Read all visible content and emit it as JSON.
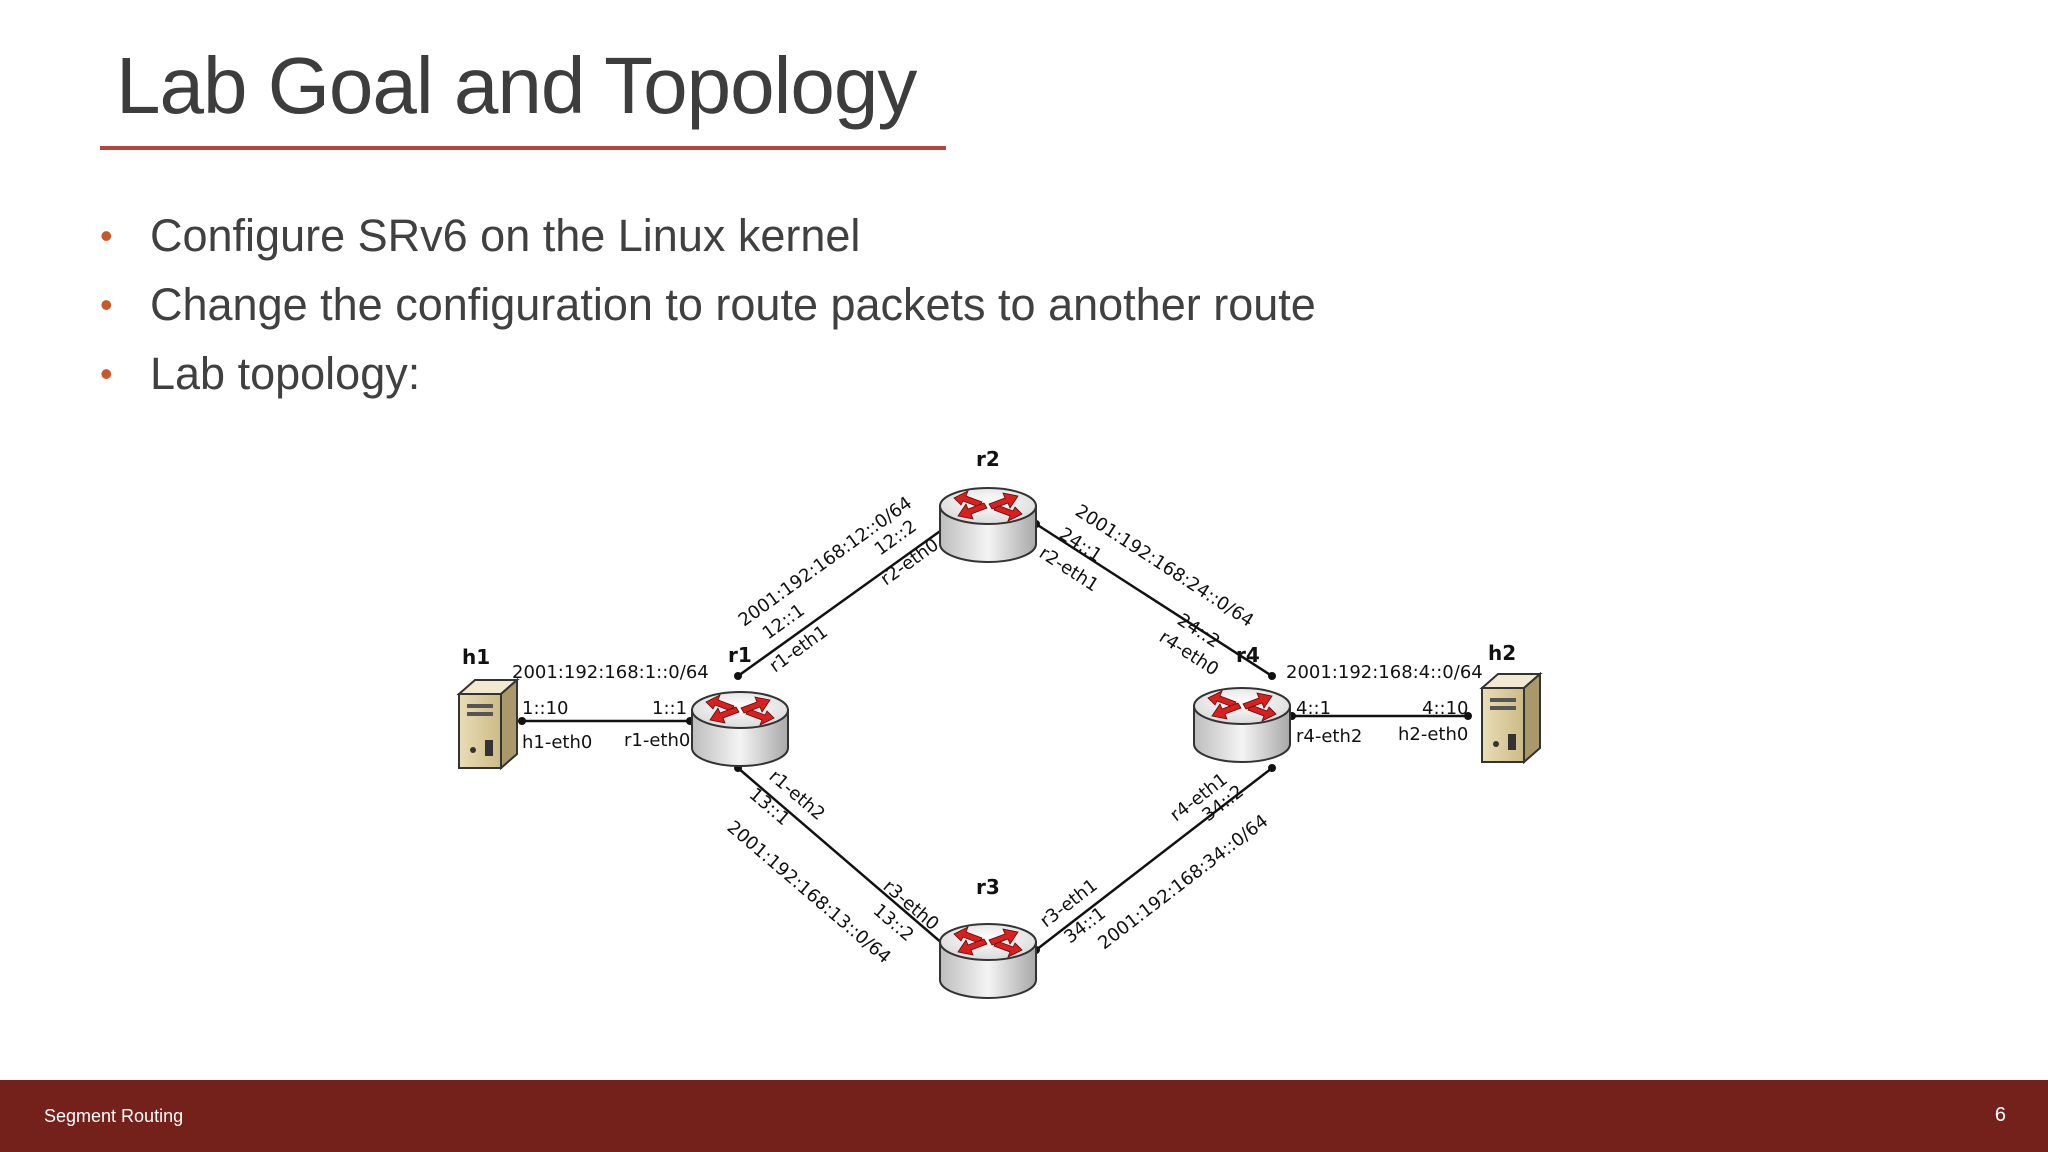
{
  "slide": {
    "title": "Lab Goal and Topology",
    "bullets": [
      "Configure SRv6 on the Linux kernel",
      "Change the configuration to route packets to another route",
      "Lab topology:"
    ]
  },
  "diagram": {
    "nodes": {
      "h1": "h1",
      "h2": "h2",
      "r1": "r1",
      "r2": "r2",
      "r3": "r3",
      "r4": "r4"
    },
    "links": {
      "h1_r1": {
        "subnet": "2001:192:168:1::0/64",
        "h1_addr": "1::10",
        "h1_if": "h1-eth0",
        "r1_addr": "1::1",
        "r1_if": "r1-eth0"
      },
      "r1_r2": {
        "subnet": "2001:192:168:12::0/64",
        "r1_addr": "12::1",
        "r1_if": "r1-eth1",
        "r2_addr": "12::2",
        "r2_if": "r2-eth0"
      },
      "r2_r4": {
        "subnet": "2001:192:168:24::0/64",
        "r2_addr": "24::1",
        "r2_if": "r2-eth1",
        "r4_addr": "24::2",
        "r4_if": "r4-eth0"
      },
      "r1_r3": {
        "subnet": "2001:192:168:13::0/64",
        "r1_addr": "13::1",
        "r1_if": "r1-eth2",
        "r3_addr": "13::2",
        "r3_if": "r3-eth0"
      },
      "r3_r4": {
        "subnet": "2001:192:168:34::0/64",
        "r3_addr": "34::1",
        "r3_if": "r3-eth1",
        "r4_addr": "34::2",
        "r4_if": "r4-eth1"
      },
      "r4_h2": {
        "subnet": "2001:192:168:4::0/64",
        "r4_addr": "4::1",
        "r4_if": "r4-eth2",
        "h2_addr": "4::10",
        "h2_if": "h2-eth0"
      }
    }
  },
  "footer": {
    "left": "Segment Routing",
    "page": "6"
  },
  "colors": {
    "accent": "#c8572a",
    "rule": "#b5473a",
    "footer": "#74201b",
    "router_arrow": "#d9201e"
  }
}
